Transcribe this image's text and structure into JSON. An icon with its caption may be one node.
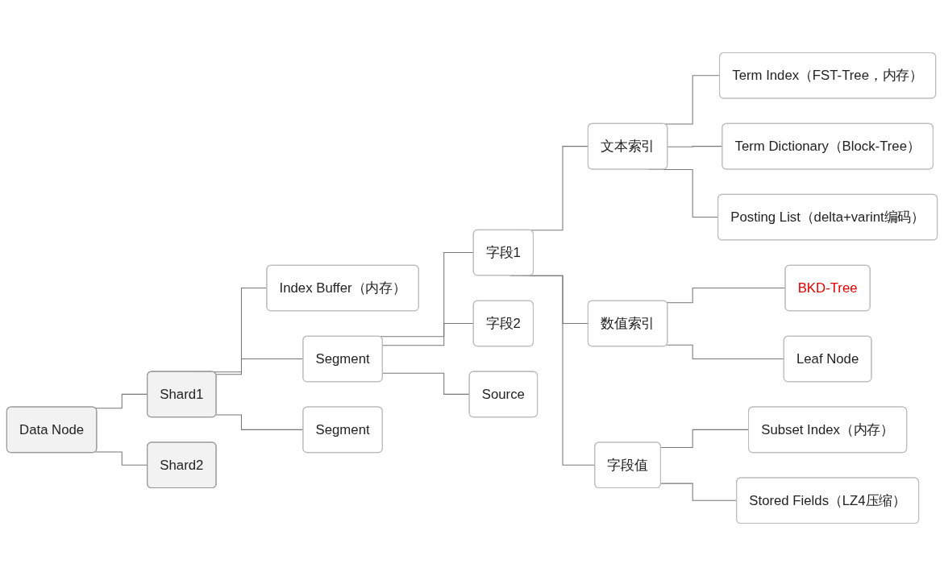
{
  "diagram": {
    "nodes": [
      {
        "text": [
          "Data Node"
        ]
      },
      {
        "text": [
          "Shard1"
        ]
      },
      {
        "text": [
          "Shard2"
        ]
      },
      {
        "text": [
          "Index Buffer（内存）"
        ]
      },
      {
        "text": [
          "Segment"
        ]
      },
      {
        "text": [
          "Segment"
        ]
      },
      {
        "text": [
          "字段1"
        ]
      },
      {
        "text": [
          "字段2"
        ]
      },
      {
        "text": [
          "Source"
        ]
      },
      {
        "text": [
          "文本索引"
        ]
      },
      {
        "text": [
          "数值索引"
        ]
      },
      {
        "text": [
          "字段值"
        ]
      },
      {
        "text": [
          "Term Index（FST-Tree，内存）"
        ]
      },
      {
        "text": [
          "Term Dictionary（Block-Tree）"
        ]
      },
      {
        "text": [
          "Posting List（delta+varint编码）"
        ]
      },
      {
        "text": [
          "BKD-Tree"
        ]
      },
      {
        "text": [
          "Leaf Node"
        ]
      },
      {
        "text": [
          "Subset Index（内存）"
        ]
      },
      {
        "text": [
          "Stored Fields（LZ4压缩）"
        ]
      }
    ],
    "edges": [
      {
        "from": 0,
        "to": 1,
        "arrow": "none"
      },
      {
        "from": 0,
        "to": 2,
        "arrow": "none"
      },
      {
        "from": 1,
        "to": 3,
        "arrow": "none"
      },
      {
        "from": 1,
        "to": 4,
        "arrow": "none"
      },
      {
        "from": 1,
        "to": 5,
        "arrow": "none"
      },
      {
        "from": 4,
        "to": 6,
        "arrow": "none"
      },
      {
        "from": 4,
        "to": 7,
        "arrow": "none"
      },
      {
        "from": 4,
        "to": 8,
        "arrow": "none"
      },
      {
        "from": 6,
        "to": 9,
        "arrow": "none"
      },
      {
        "from": 6,
        "to": 10,
        "arrow": "none"
      },
      {
        "from": 6,
        "to": 11,
        "arrow": "none"
      },
      {
        "from": 9,
        "to": 12,
        "arrow": "none"
      },
      {
        "from": 9,
        "to": 13,
        "arrow": "none"
      },
      {
        "from": 9,
        "to": 14,
        "arrow": "none"
      },
      {
        "from": 10,
        "to": 15,
        "arrow": "none"
      },
      {
        "from": 10,
        "to": 16,
        "arrow": "none"
      },
      {
        "from": 11,
        "to": 17,
        "arrow": "none"
      },
      {
        "from": 11,
        "to": 18,
        "arrow": "none"
      }
    ]
  }
}
